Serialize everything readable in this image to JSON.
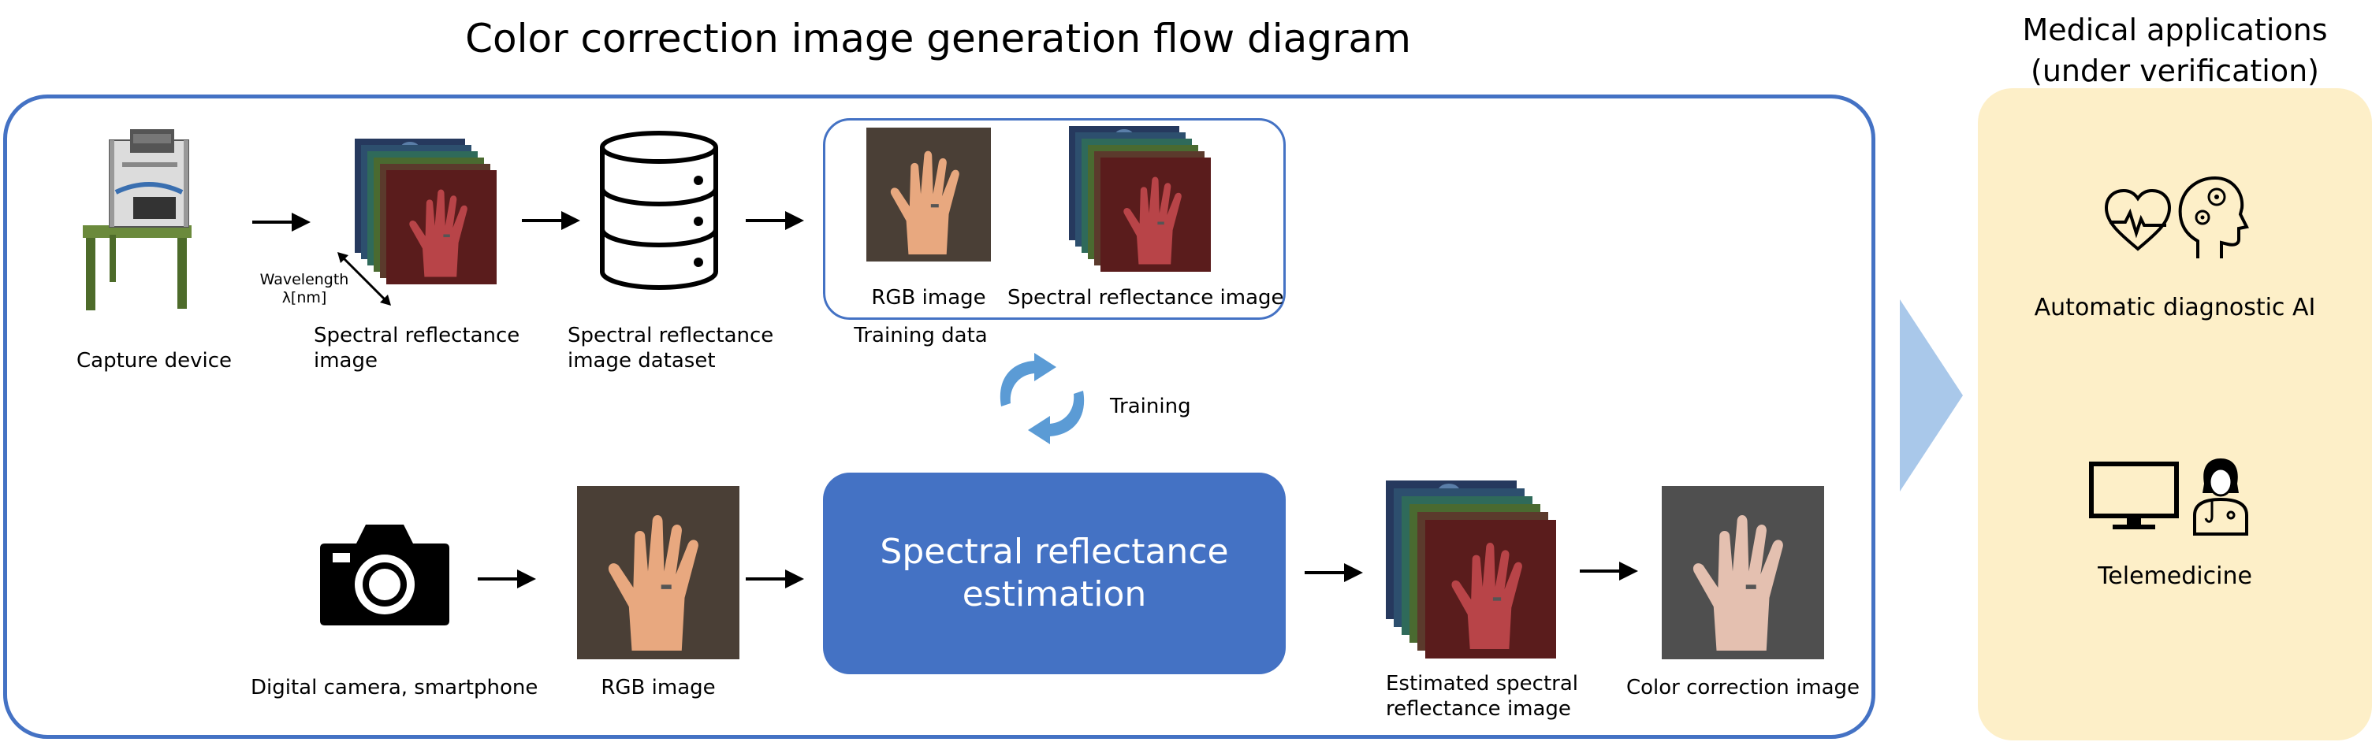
{
  "title": "Color correction image generation flow diagram",
  "side_title_line1": "Medical applications",
  "side_title_line2": "(under verification)",
  "top_row": {
    "capture_device": "Capture device",
    "spectral_image_line1": "Spectral reflectance",
    "spectral_image_line2": "image",
    "wavelength_line1": "Wavelength",
    "wavelength_line2": "λ[nm]",
    "dataset_line1": "Spectral reflectance",
    "dataset_line2": "image dataset"
  },
  "training_data": {
    "rgb_label": "RGB image",
    "spectral_label": "Spectral reflectance image",
    "caption": "Training data"
  },
  "training_label": "Training",
  "bottom_row": {
    "camera_label": "Digital camera, smartphone",
    "rgb_label": "RGB image",
    "estimation_line1": "Spectral reflectance",
    "estimation_line2": "estimation",
    "estimated_line1": "Estimated spectral",
    "estimated_line2": "reflectance image",
    "corrected_label": "Color correction image"
  },
  "applications": {
    "diagnostic_ai": "Automatic diagnostic AI",
    "telemedicine": "Telemedicine"
  },
  "colors": {
    "accent": "#4472c4",
    "panel": "#fdefc8",
    "big_arrow": "#a9c8ea",
    "cycle": "#5b9bd5"
  }
}
